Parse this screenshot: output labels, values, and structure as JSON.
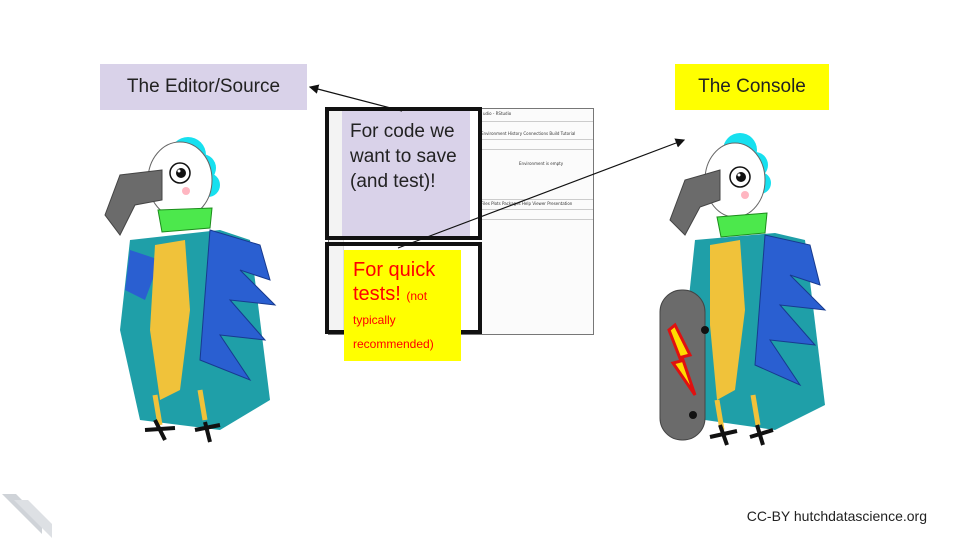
{
  "labels": {
    "editor": "The Editor/Source",
    "console": "The Console"
  },
  "callouts": {
    "save": "For code we want to save (and test)!",
    "quick_main": "For quick tests!",
    "quick_note": "(not typically recommended)"
  },
  "screenshot": {
    "window_title": "udio - RStudio",
    "tabs": [
      "Environment",
      "History",
      "Connections",
      "Build",
      "Tutorial"
    ],
    "env_empty": "Environment is empty",
    "files_tabs": [
      "Files",
      "Plots",
      "Packages",
      "Help",
      "Viewer",
      "Presentation"
    ]
  },
  "footer": "CC-BY  hutchdatascience.org",
  "colors": {
    "editor_bg": "#d9d2e9",
    "console_bg": "#ffff00",
    "quick_text": "#ff0000"
  }
}
